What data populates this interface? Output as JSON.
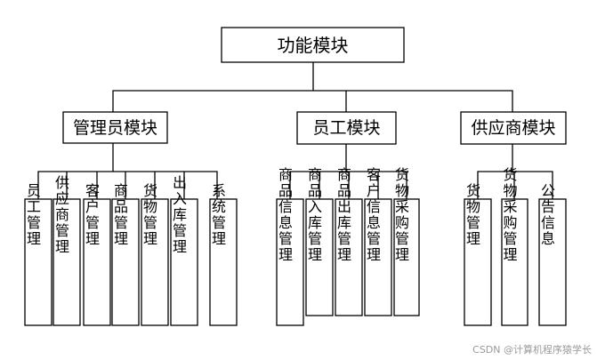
{
  "root": {
    "label": "功能模块"
  },
  "groups": [
    {
      "label": "管理员模块",
      "children": [
        "员工管理",
        "供应商管理",
        "客户管理",
        "商品管理",
        "货物管理",
        "出入库管理",
        "系统管理"
      ]
    },
    {
      "label": "员工模块",
      "children": [
        "商品信息管理",
        "商品入库管理",
        "商品出库管理",
        "客户信息管理",
        "货物采购管理"
      ]
    },
    {
      "label": "供应商模块",
      "children": [
        "货物管理",
        "货物采购管理",
        "公告信息"
      ]
    }
  ],
  "watermark": "CSDN @计算机程序猿学长"
}
